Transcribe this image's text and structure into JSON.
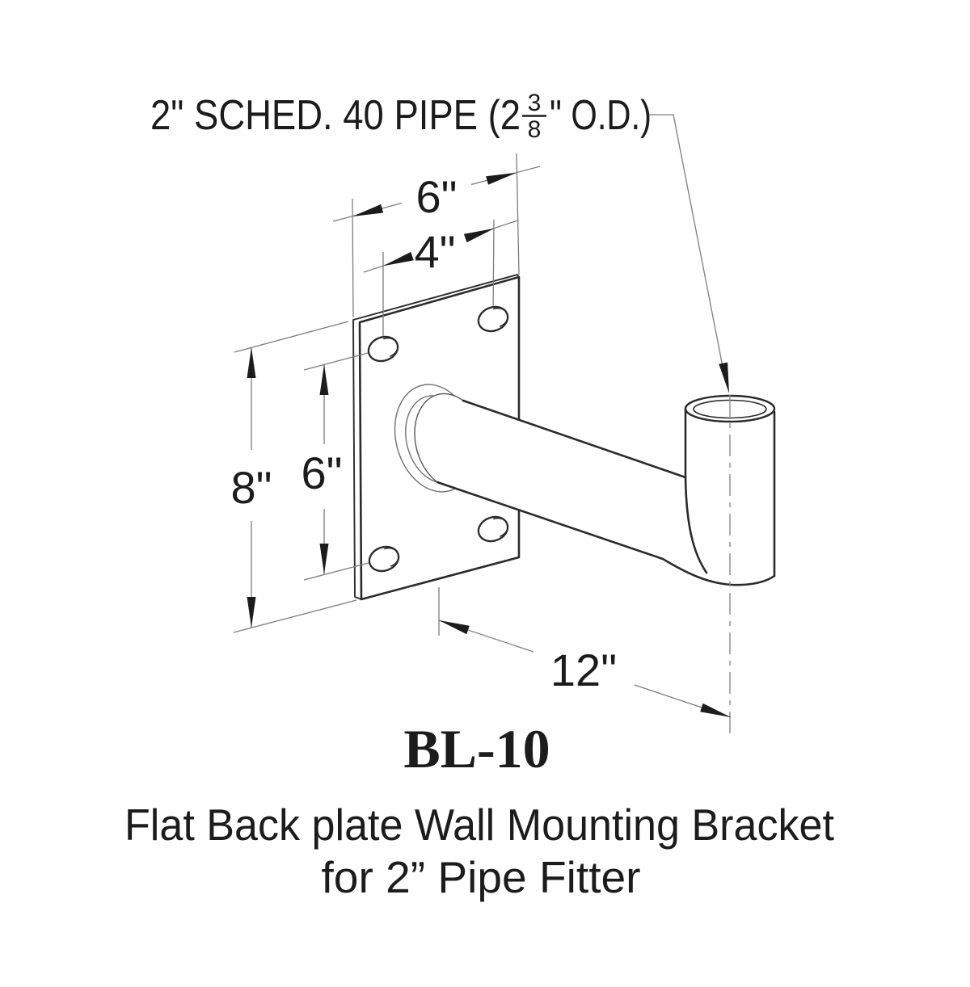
{
  "labels": {
    "pipe_spec": {
      "part1": "2\" SCHED. 40 PIPE (2",
      "frac_num": "3",
      "frac_den": "8",
      "part2": "\" O.D.)"
    },
    "dims": {
      "top_width": "6\"",
      "hole_width": "4\"",
      "plate_height": "8\"",
      "hole_height": "6\"",
      "arm_length": "12\""
    }
  },
  "title": {
    "model": "BL-10",
    "caption_line1": "Flat Back plate Wall Mounting Bracket",
    "caption_line2": "for 2” Pipe Fitter"
  },
  "colors": {
    "background": "#ffffff",
    "object_line": "#2b2b2b",
    "thin_line": "#7d7d7d",
    "text": "#1c1c1c"
  }
}
